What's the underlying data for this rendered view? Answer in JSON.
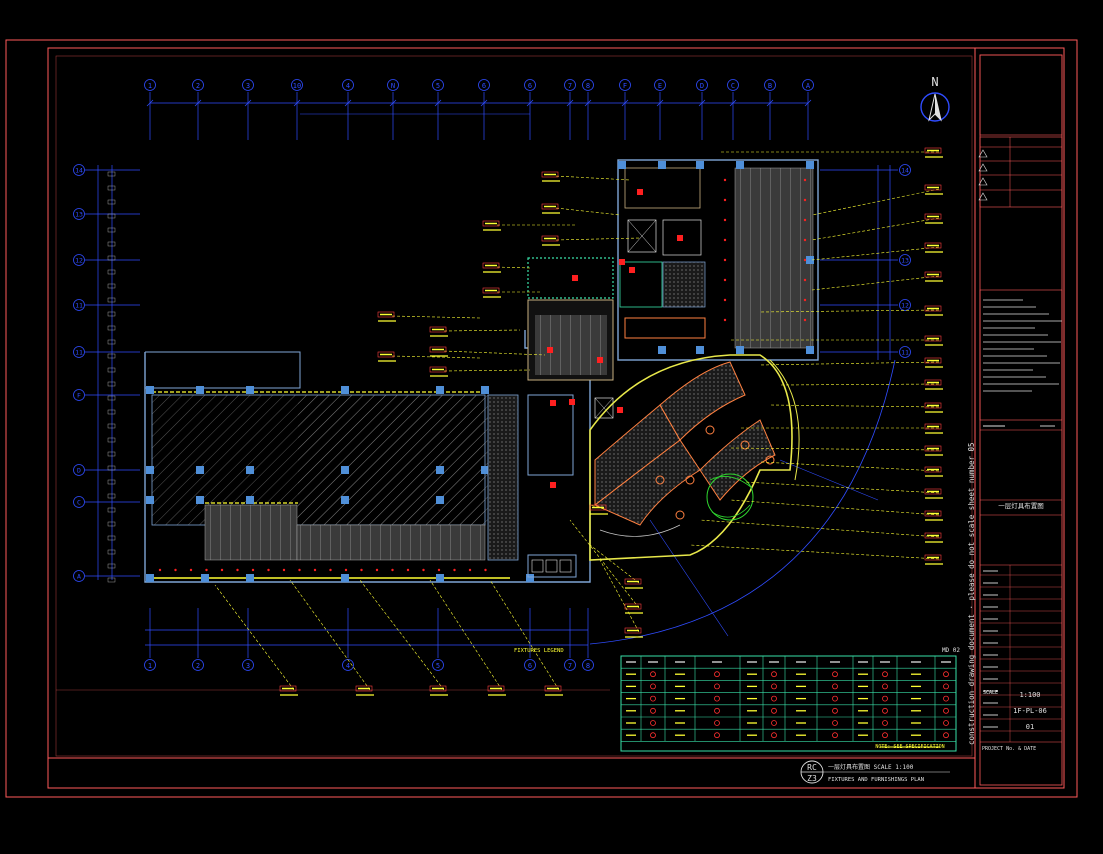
{
  "colors": {
    "background": "#000000",
    "frame": "#ff5a5a",
    "grid": "#2f4cff",
    "wall": "#7fa6d6",
    "column": "#4f8fd8",
    "tag": "#ffff33",
    "leader": "#ffff33",
    "tag_box": "#ff4040",
    "legend": "#39e0a8",
    "hatch": "#8c8c8c",
    "curve": "#e8e84a",
    "green": "#2fd62f",
    "white_text": "#e0e0e0"
  },
  "north_label": "N",
  "grid_top": [
    "1",
    "2",
    "3",
    "10",
    "4",
    "N",
    "5",
    "6",
    "6",
    "7",
    "8",
    "F",
    "E",
    "D",
    "C",
    "B",
    "A"
  ],
  "grid_bottom": [
    "1",
    "2",
    "3",
    "4",
    "5",
    "6",
    "7",
    "8"
  ],
  "grid_left": [
    "14",
    "13",
    "12",
    "11",
    "11",
    "F",
    "D",
    "C",
    "A"
  ],
  "grid_right": [
    "14",
    "13",
    "12",
    "11"
  ],
  "legend_header": "MD 02",
  "legend_caption": "FIXTURES LEGEND",
  "legend_note": "NOTE: SEE SPECIFICATION",
  "title_block": {
    "vertical_text": "construction drawing document · please do not scale sheet number 05",
    "scale_label": "SCALE",
    "scale_value": "1:100",
    "drawing_no": "1F-PL-06",
    "revision": "01",
    "sheet_caption": "一层灯具布置图",
    "bottom_label": "PROJECT No. & DATE"
  },
  "drawing_title": {
    "badge_top": "RC",
    "badge_bottom": "Z3",
    "line1": "一层灯具布置图    SCALE 1:100",
    "line2": "FIXTURES AND FURNISHINGS PLAN"
  }
}
